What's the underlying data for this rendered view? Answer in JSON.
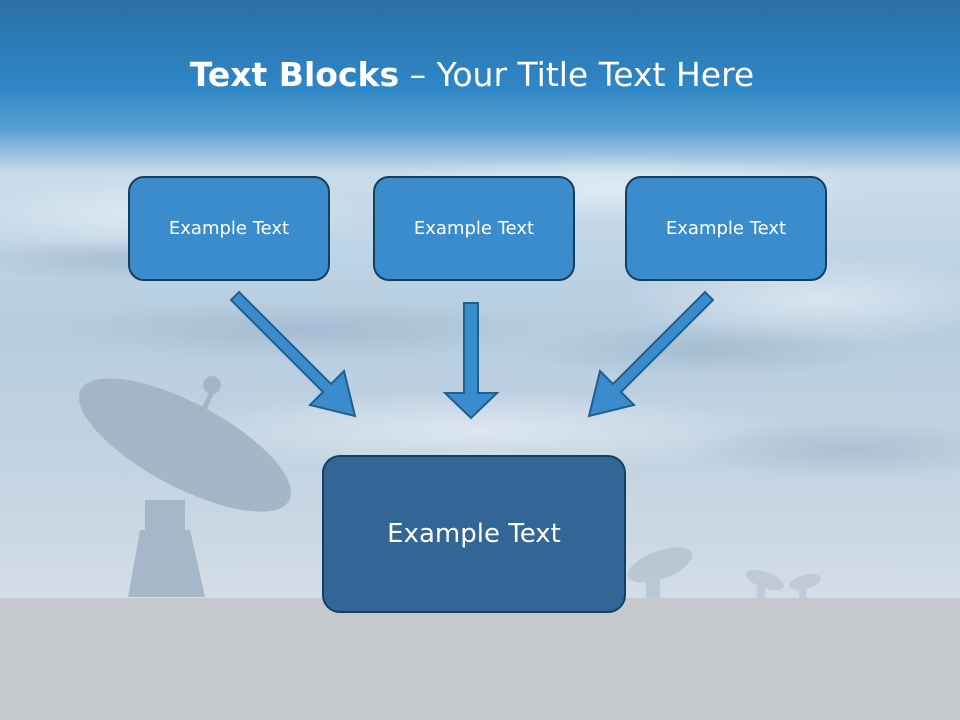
{
  "title": {
    "bold": "Text Blocks",
    "dash": " – ",
    "rest": "Your Title Text Here"
  },
  "diagram": {
    "top_boxes": [
      {
        "label": "Example Text"
      },
      {
        "label": "Example Text"
      },
      {
        "label": "Example Text"
      }
    ],
    "bottom_box": {
      "label": "Example Text"
    }
  },
  "colors": {
    "header_blue": "#2a86c6",
    "top_box_fill": "#3a8ccd",
    "bottom_box_fill": "#336697",
    "border": "#163f5e",
    "arrow_fill": "#3a8ccd",
    "ground": "#c5c9cd"
  },
  "background_icons": [
    "satellite-dish-icon",
    "satellite-dish-icon",
    "satellite-dish-icon",
    "satellite-dish-icon"
  ]
}
